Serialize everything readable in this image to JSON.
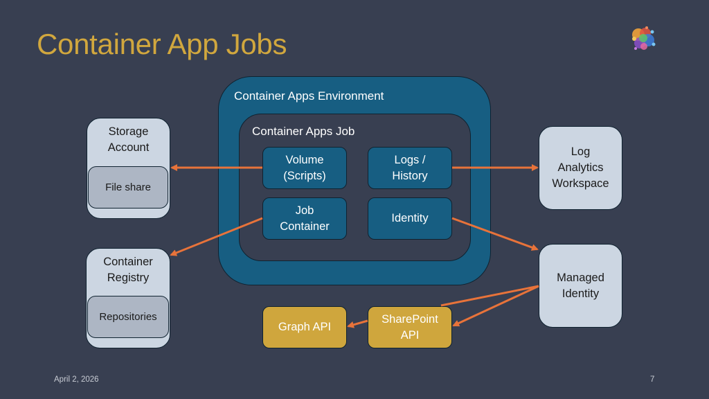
{
  "slide": {
    "title": "Container App Jobs",
    "footer_date": "April 2, 2026",
    "page_number": "7",
    "logo_icon": "colorful-abstract-logo-icon"
  },
  "diagram": {
    "environment": {
      "label": "Container Apps Environment"
    },
    "job": {
      "label": "Container Apps Job",
      "components": [
        {
          "id": "volume",
          "line1": "Volume",
          "line2": "(Scripts)"
        },
        {
          "id": "logs",
          "line1": "Logs /",
          "line2": "History"
        },
        {
          "id": "job-container",
          "line1": "Job",
          "line2": "Container"
        },
        {
          "id": "identity",
          "line1": "Identity",
          "line2": ""
        }
      ]
    },
    "external": {
      "storage": {
        "line1": "Storage",
        "line2": "Account",
        "child": "File share"
      },
      "registry": {
        "line1": "Container",
        "line2": "Registry",
        "child": "Repositories"
      },
      "log_analytics": {
        "line1": "Log",
        "line2": "Analytics",
        "line3": "Workspace"
      },
      "managed_identity": {
        "line1": "Managed",
        "line2": "Identity"
      },
      "graph_api": {
        "label": "Graph API"
      },
      "sharepoint_api": {
        "line1": "SharePoint",
        "line2": "API"
      }
    },
    "connections": [
      {
        "from": "Volume (Scripts)",
        "to": "Storage Account"
      },
      {
        "from": "Job Container",
        "to": "Container Registry"
      },
      {
        "from": "Logs / History",
        "to": "Log Analytics Workspace"
      },
      {
        "from": "Identity",
        "to": "Managed Identity"
      },
      {
        "from": "Managed Identity",
        "to": "SharePoint API"
      },
      {
        "from": "SharePoint API",
        "to": "Graph API"
      }
    ],
    "colors": {
      "background": "#383f51",
      "title": "#d1a73e",
      "environment": "#175e82",
      "external_box": "#ccd6e2",
      "sub_box": "#adb6c4",
      "api_box": "#cfa63d",
      "arrow": "#e8733a"
    }
  }
}
